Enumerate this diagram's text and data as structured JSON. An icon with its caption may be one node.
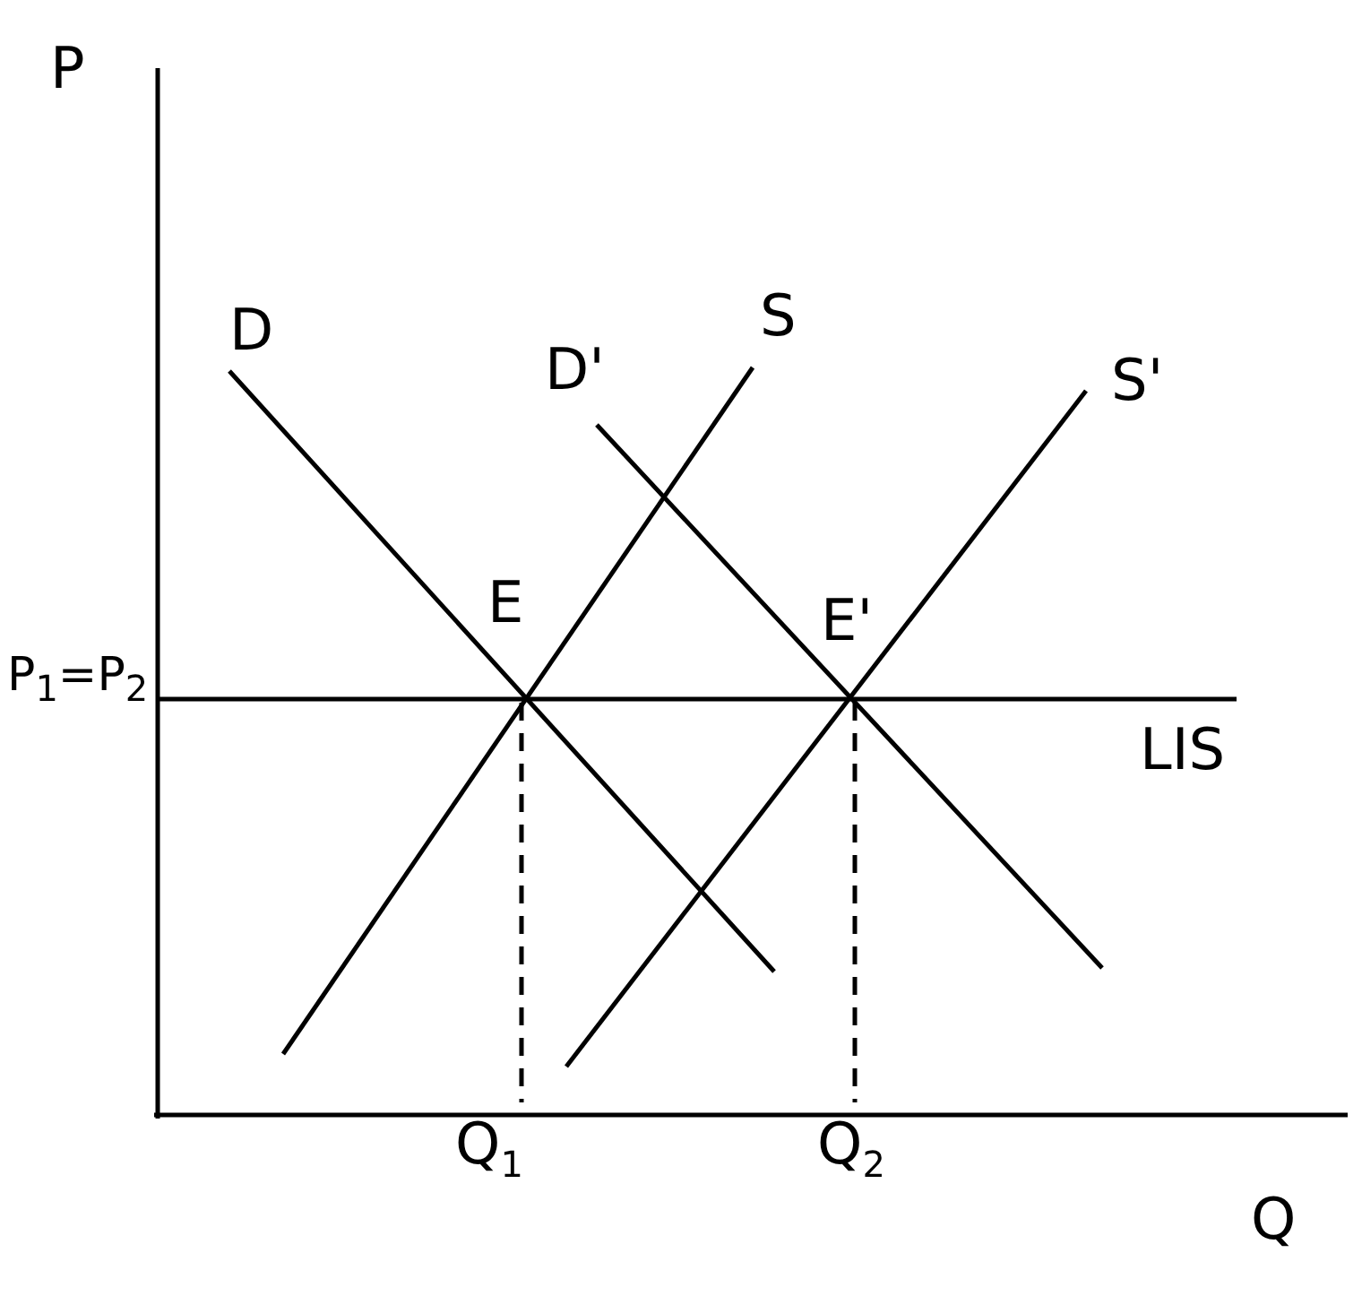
{
  "diagram": {
    "labels": [
      "P",
      "D",
      "D'",
      "S",
      "S'",
      "E",
      "E'",
      "P$_{1}$=P$_{2}$",
      "LIS",
      "Q$_{1}$",
      "Q$_{2}$",
      "Q"
    ]
  }
}
